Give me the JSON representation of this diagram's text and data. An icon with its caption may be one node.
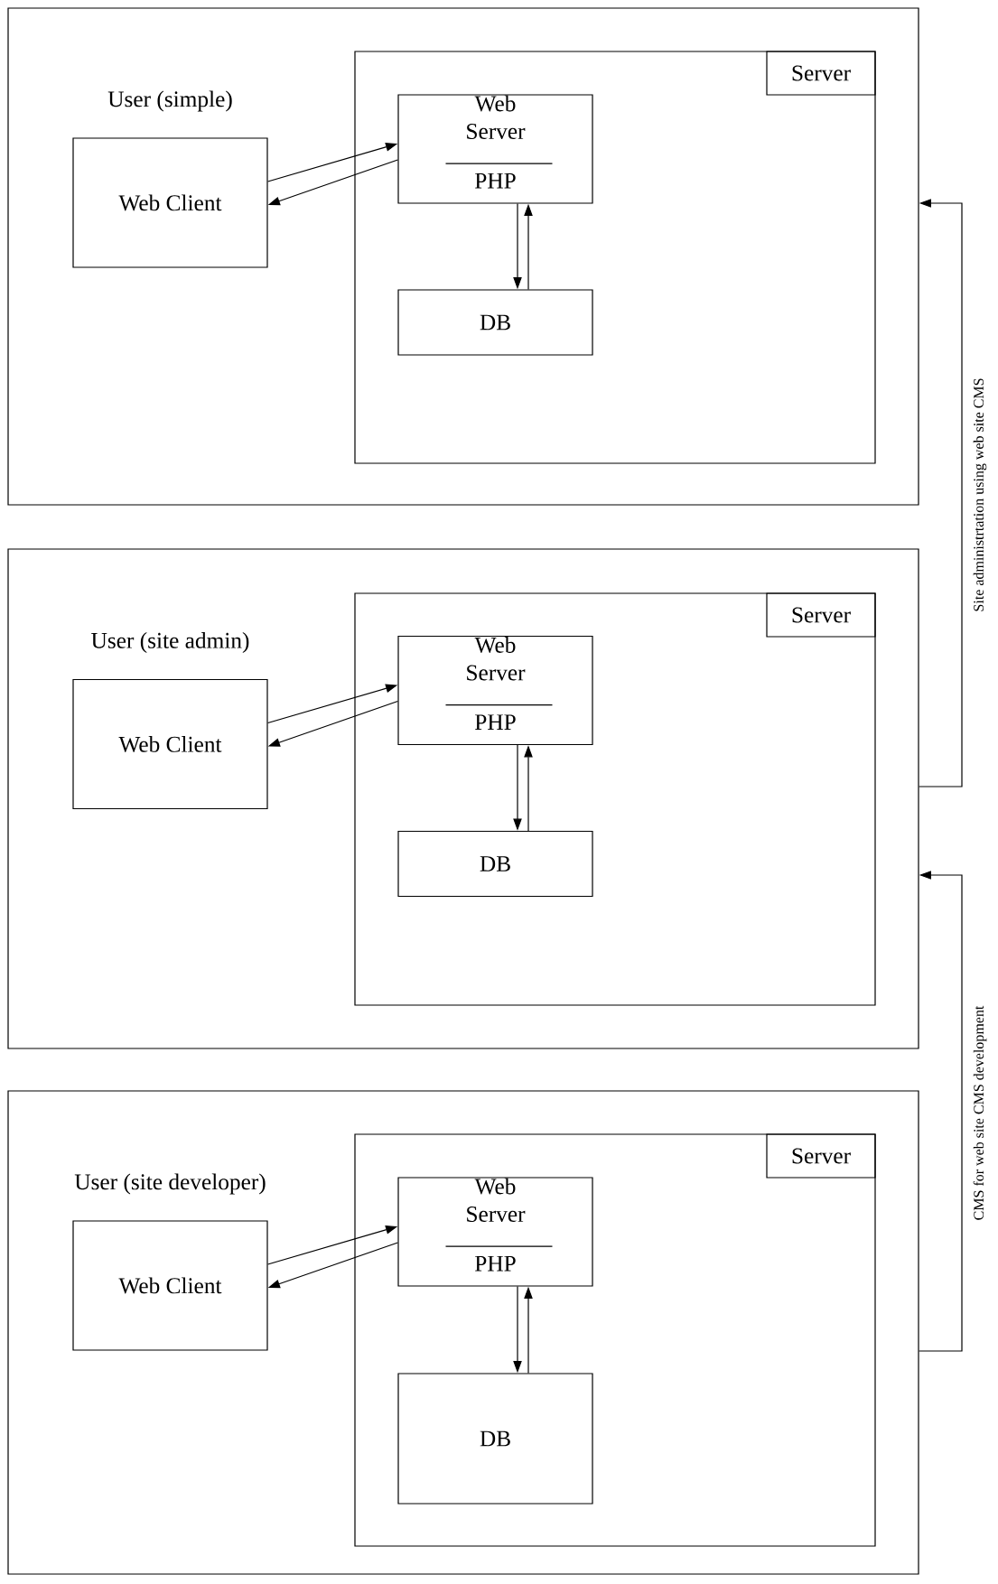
{
  "diagram": {
    "nodes": [
      {
        "text": [],
        "shape": "box"
      },
      {
        "text": [
          "Web Client"
        ],
        "in": 0,
        "beside": [
          "User (simple)"
        ]
      },
      {
        "text": [
          "Server"
        ],
        "in": 0
      },
      {
        "text": [
          "Web Server",
          "PHP"
        ],
        "in": 2
      },
      {
        "text": [
          "DB"
        ],
        "in": 2
      },
      {
        "text": [],
        "shape": "box"
      },
      {
        "text": [
          "Web Client"
        ],
        "in": 5,
        "beside": [
          "User (site admin)"
        ]
      },
      {
        "text": [
          "Server"
        ],
        "in": 5
      },
      {
        "text": [
          "Web Server",
          "PHP"
        ],
        "in": 7
      },
      {
        "text": [
          "DB"
        ],
        "in": 7
      },
      {
        "text": [],
        "shape": "box"
      },
      {
        "text": [
          "Web Client"
        ],
        "in": 10,
        "beside": [
          "User (site developer)"
        ]
      },
      {
        "text": [
          "Server"
        ],
        "in": 10
      },
      {
        "text": [
          "Web Server",
          "PHP"
        ],
        "in": 12
      },
      {
        "text": [
          "DB"
        ],
        "in": 12
      }
    ],
    "edges": [
      {
        "from": 1,
        "to": 3,
        "arrow": "to"
      },
      {
        "from": 3,
        "to": 1,
        "arrow": "to"
      },
      {
        "from": 3,
        "to": 4,
        "arrow": "to"
      },
      {
        "from": 4,
        "to": 3,
        "arrow": "to"
      },
      {
        "from": 6,
        "to": 8,
        "arrow": "to"
      },
      {
        "from": 8,
        "to": 6,
        "arrow": "to"
      },
      {
        "from": 8,
        "to": 9,
        "arrow": "to"
      },
      {
        "from": 9,
        "to": 8,
        "arrow": "to"
      },
      {
        "from": 11,
        "to": 13,
        "arrow": "to"
      },
      {
        "from": 13,
        "to": 11,
        "arrow": "to"
      },
      {
        "from": 13,
        "to": 14,
        "arrow": "to"
      },
      {
        "from": 14,
        "to": 13,
        "arrow": "to"
      },
      {
        "from": 5,
        "to": 0,
        "arrow": "to",
        "label": "Site administrtation using web site CMS"
      },
      {
        "from": 10,
        "to": 5,
        "arrow": "to",
        "label": "CMS for web site CMS development"
      }
    ]
  }
}
